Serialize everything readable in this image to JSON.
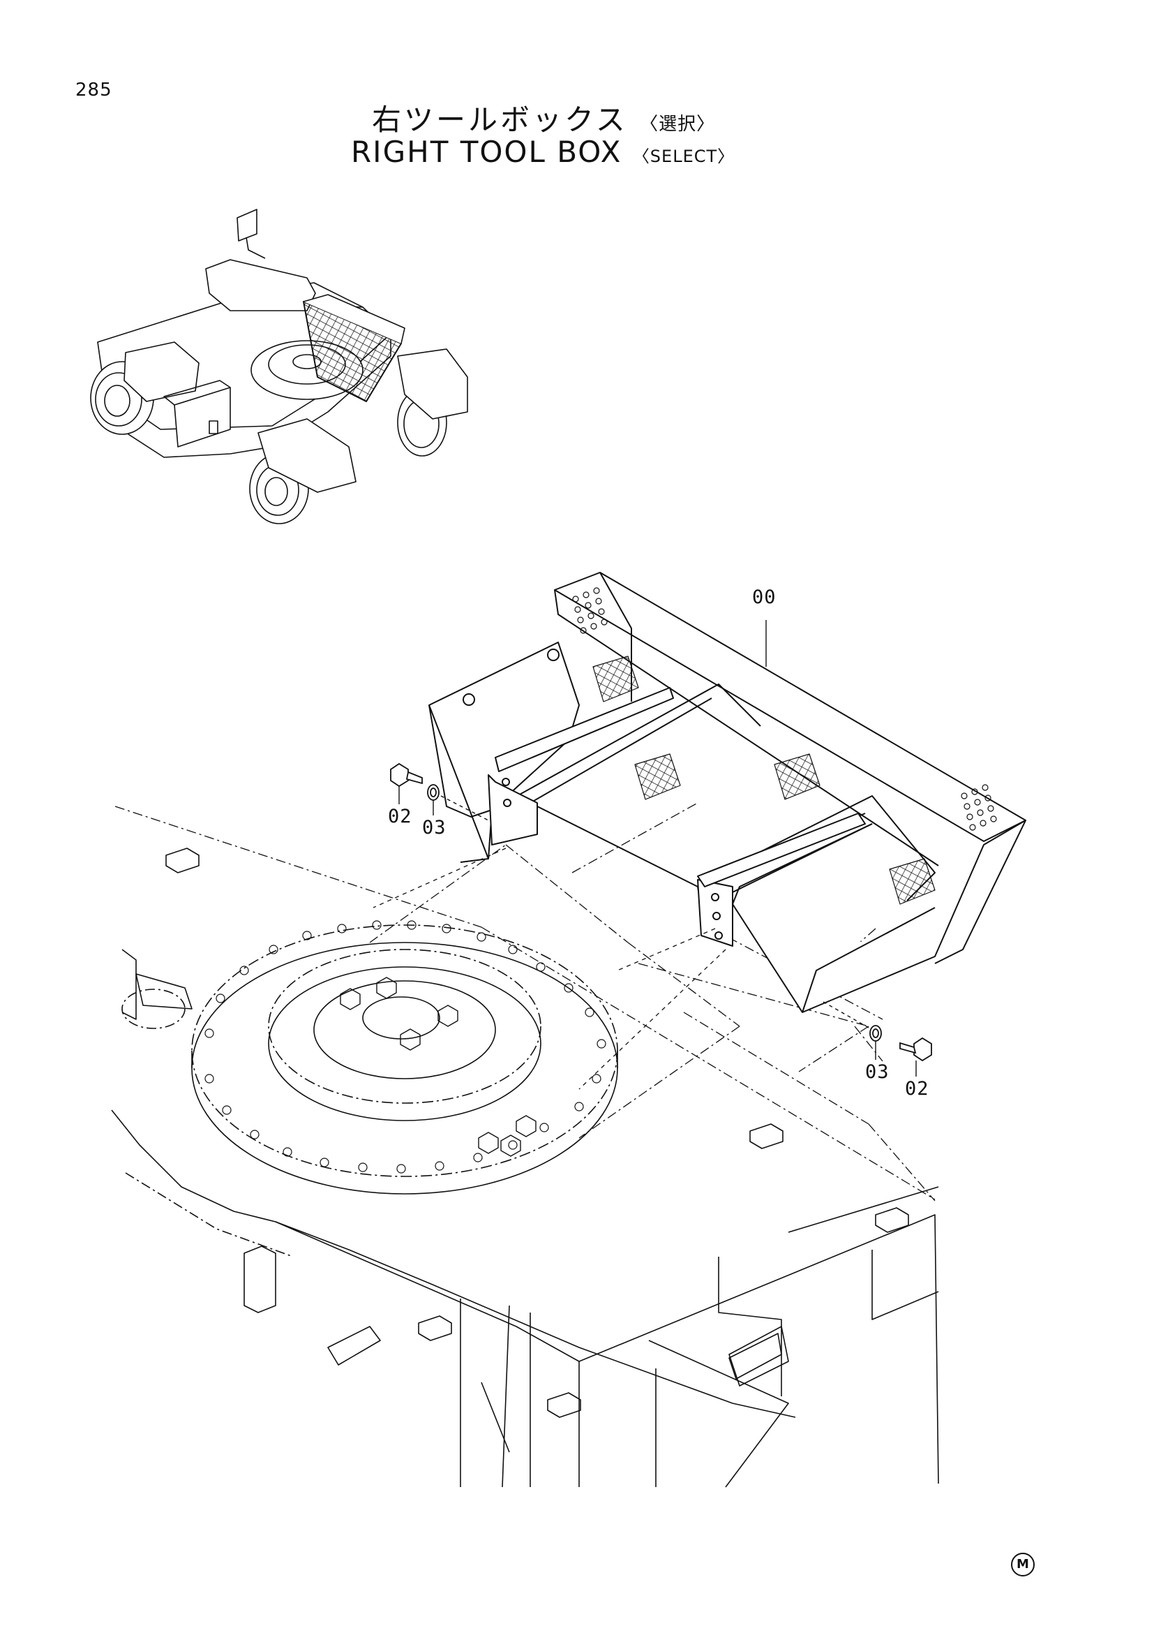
{
  "page": {
    "number": "285",
    "title_jp": "右ツールボックス",
    "title_jp_qualifier": "〈選択〉",
    "title_en": "RIGHT TOOL BOX",
    "title_en_qualifier": "〈SELECT〉"
  },
  "callouts": [
    {
      "id": "tool-box-assembly",
      "label": "00"
    },
    {
      "id": "bolt-left",
      "label": "02"
    },
    {
      "id": "washer-left",
      "label": "03"
    },
    {
      "id": "washer-right",
      "label": "03"
    },
    {
      "id": "bolt-right",
      "label": "02"
    }
  ],
  "footer": {
    "mark": "M"
  }
}
